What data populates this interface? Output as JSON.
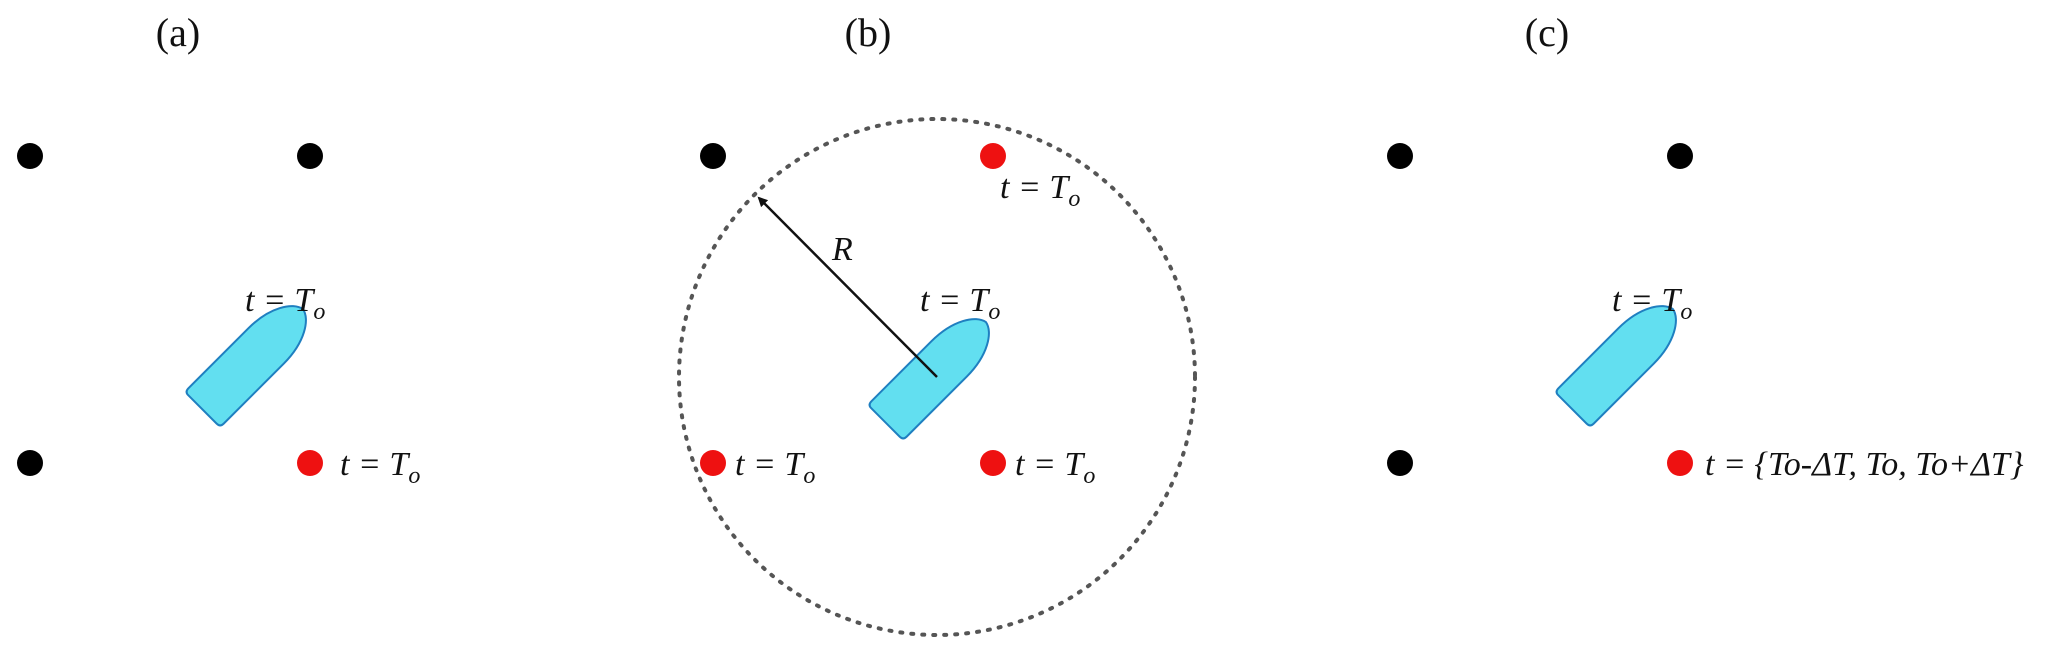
{
  "colors": {
    "grid_node": "#000000",
    "active_node": "#ee1111",
    "boat_fill": "#62dff0",
    "boat_stroke": "#1f7fc0",
    "radius_circle": "#555555"
  },
  "panels": [
    {
      "label": "(a)",
      "boat_time": {
        "prefix": "t = T",
        "sub": "o"
      },
      "nodes": [
        {
          "id": "top-left",
          "active": false
        },
        {
          "id": "top-right",
          "active": false
        },
        {
          "id": "bottom-left",
          "active": false
        },
        {
          "id": "bottom-right",
          "active": true,
          "time": {
            "prefix": "t = T",
            "sub": "o"
          }
        }
      ]
    },
    {
      "label": "(b)",
      "boat_time": {
        "prefix": "t = T",
        "sub": "o"
      },
      "radius_label": "R",
      "nodes": [
        {
          "id": "top-left",
          "active": false
        },
        {
          "id": "top-right",
          "active": true,
          "time": {
            "prefix": "t = T",
            "sub": "o"
          }
        },
        {
          "id": "bottom-left",
          "active": true,
          "time": {
            "prefix": "t = T",
            "sub": "o"
          }
        },
        {
          "id": "bottom-right",
          "active": true,
          "time": {
            "prefix": "t = T",
            "sub": "o"
          }
        }
      ]
    },
    {
      "label": "(c)",
      "boat_time": {
        "prefix": "t = T",
        "sub": "o"
      },
      "nodes": [
        {
          "id": "top-left",
          "active": false
        },
        {
          "id": "top-right",
          "active": false
        },
        {
          "id": "bottom-left",
          "active": false
        },
        {
          "id": "bottom-right",
          "active": true,
          "time_set": "t = {To-ΔT, To, To+ΔT}"
        }
      ]
    }
  ]
}
